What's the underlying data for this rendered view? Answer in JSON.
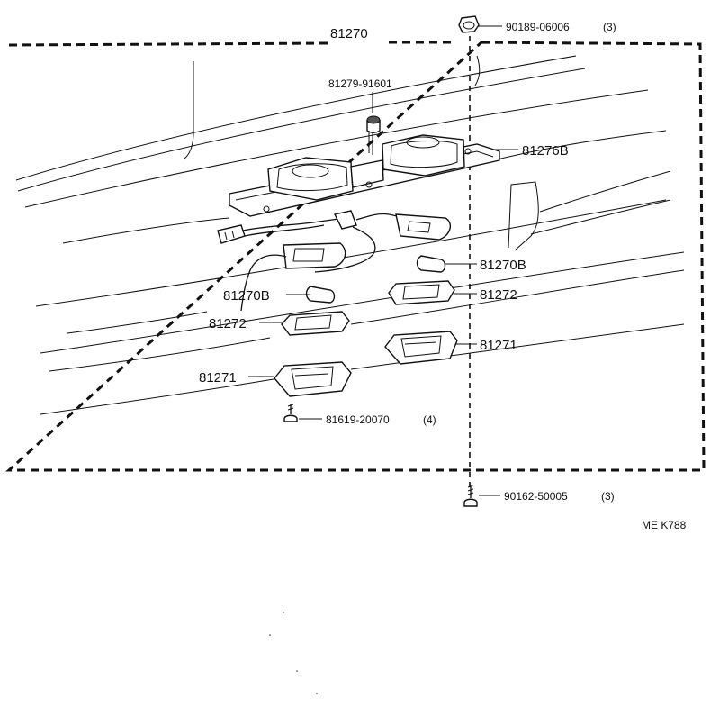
{
  "assembly_label": "81270",
  "top_nut_label": "90189-06006",
  "top_nut_qty": "(3)",
  "grommet_label": "81279-91601",
  "housing_label": "81276B",
  "bulb_right_label": "81270B",
  "bulb_left_label": "81270B",
  "gasket_right_label": "81272",
  "gasket_left_label": "81272",
  "lens_right_label": "81271",
  "lens_left_label": "81271",
  "lens_screw_label": "81619-20070",
  "lens_screw_qty": "(4)",
  "bottom_screw_label": "90162-50005",
  "bottom_screw_qty": "(3)",
  "diagram_code": "ME K788"
}
